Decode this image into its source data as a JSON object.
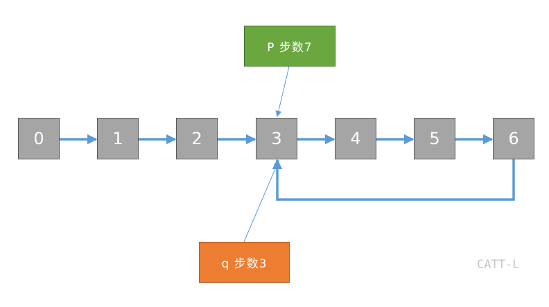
{
  "nodes": [
    "0",
    "1",
    "2",
    "3",
    "4",
    "5",
    "6"
  ],
  "pointer_p": {
    "label": "P 步数7",
    "color": "#6aa73f"
  },
  "pointer_q": {
    "label": "q 步数3",
    "color": "#ed7d31"
  },
  "watermark": "CATT-L",
  "colors": {
    "node_fill": "#a5a5a5",
    "node_border": "#5a5a5a",
    "link_arrow": "#5b9bd5",
    "pointer_line": "#5b9bd5"
  }
}
